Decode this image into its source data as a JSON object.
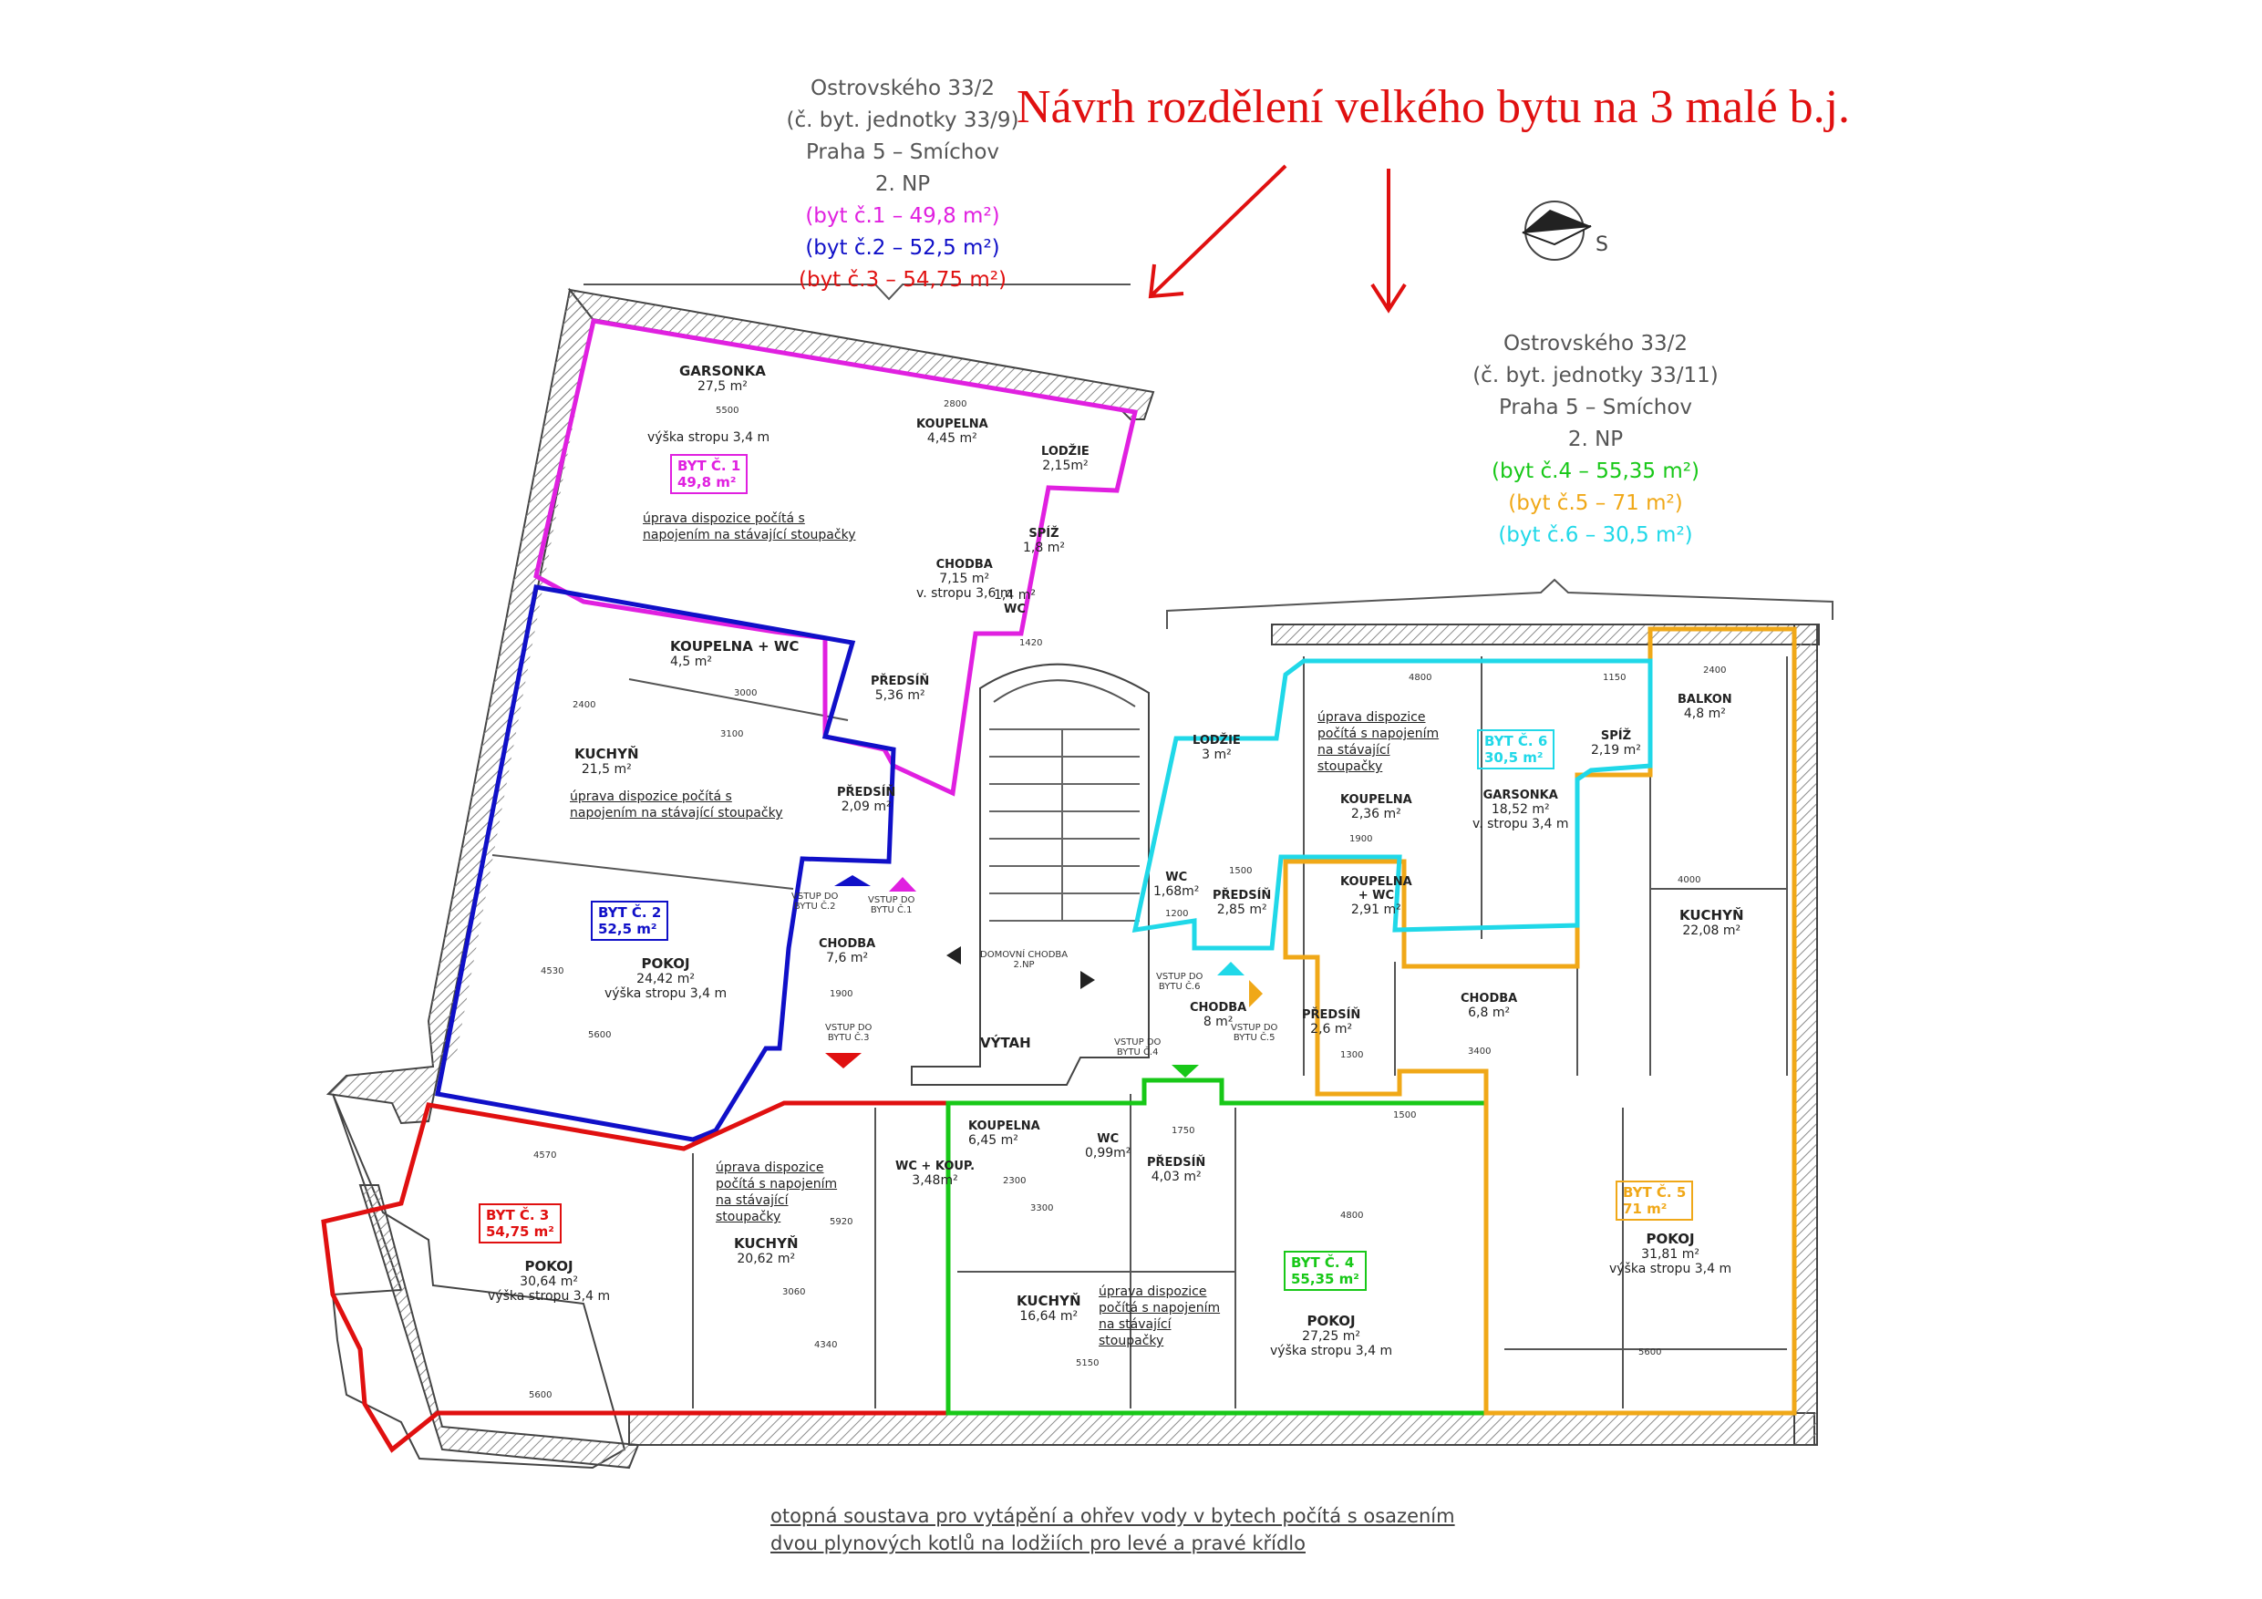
{
  "title": "Návrh rozdělení velkého bytu na 3 malé b.j.",
  "left_header": {
    "street": "Ostrovského 33/2",
    "unit": "(č. byt. jednotky 33/9)",
    "city": "Praha 5 – Smíchov",
    "floor": "2. NP",
    "flat1": "(byt č.1 – 49,8 m²)",
    "flat2": "(byt č.2 – 52,5 m²)",
    "flat3": "(byt č.3 – 54,75 m²)"
  },
  "right_header": {
    "street": "Ostrovského 33/2",
    "unit": "(č. byt. jednotky 33/11)",
    "city": "Praha 5 – Smíchov",
    "floor": "2. NP",
    "flat4": "(byt č.4 – 55,35 m²)",
    "flat5": "(byt č.5 – 71 m²)",
    "flat6": "(byt č.6 – 30,5 m²)"
  },
  "compass_label": "S",
  "colors": {
    "title": "#e01010",
    "flat1": "#e020e0",
    "flat2": "#1010c8",
    "flat3": "#e01010",
    "flat4": "#18c818",
    "flat5": "#f0a818",
    "flat6": "#20d8e8",
    "wall": "#444444",
    "hatch": "#999999"
  },
  "flat_tags": {
    "f1_name": "BYT Č. 1",
    "f1_area": "49,8 m²",
    "f2_name": "BYT Č. 2",
    "f2_area": "52,5 m²",
    "f3_name": "BYT Č. 3",
    "f3_area": "54,75 m²",
    "f4_name": "BYT Č. 4",
    "f4_area": "55,35 m²",
    "f5_name": "BYT Č. 5",
    "f5_area": "71 m²",
    "f6_name": "BYT Č. 6",
    "f6_area": "30,5 m²"
  },
  "rooms": {
    "garsonka1": "GARSONKA",
    "garsonka1_area": "27,5 m²",
    "garsonka1_h": "výška stropu 3,4 m",
    "koupelna1": "KOUPELNA",
    "koupelna1_area": "4,45 m²",
    "lodzie1": "LODŽIE",
    "lodzie1_area": "2,15m²",
    "spiz1": "SPÍŽ",
    "spiz1_area": "1,8 m²",
    "chodba1": "CHODBA",
    "chodba1_area": "7,15 m²",
    "chodba1_h": "v. stropu 3,6 m",
    "wc1": "WC",
    "wc1_area": "1,4 m²",
    "koupelnawc2": "KOUPELNA + WC",
    "koupelnawc2_area": "4,5 m²",
    "predsin1": "PŘEDSÍŇ",
    "predsin1_area": "5,36 m²",
    "kuchyn2": "KUCHYŇ",
    "kuchyn2_area": "21,5 m²",
    "predsin2": "PŘEDSÍŇ",
    "predsin2_area": "2,09 m²",
    "pokoj2": "POKOJ",
    "pokoj2_area": "24,42 m²",
    "pokoj2_h": "výška stropu 3,4 m",
    "chodba2": "CHODBA",
    "chodba2_area": "7,6 m²",
    "domovni": "DOMOVNÍ CHODBA",
    "domovni2": "2.NP",
    "vytah": "VÝTAH",
    "pokoj3": "POKOJ",
    "pokoj3_area": "30,64 m²",
    "pokoj3_h": "výška stropu 3,4 m",
    "kuchyn3": "KUCHYŇ",
    "kuchyn3_area": "20,62 m²",
    "wckoup": "WC + KOUP.",
    "wckoup_area": "3,48m²",
    "koupelna4": "KOUPELNA",
    "koupelna4_area": "6,45 m²",
    "wc4": "WC",
    "wc4_area": "0,99m²",
    "predsin4": "PŘEDSÍŇ",
    "predsin4_area": "4,03 m²",
    "kuchyn4": "KUCHYŇ",
    "kuchyn4_area": "16,64 m²",
    "pokoj4": "POKOJ",
    "pokoj4_area": "27,25 m²",
    "pokoj4_h": "výška stropu 3,4 m",
    "lodzie6": "LODŽIE",
    "lodzie6_area": "3 m²",
    "wc6": "WC",
    "wc6_area": "1,68m²",
    "predsin6": "PŘEDSÍŇ",
    "predsin6_area": "2,85 m²",
    "koupelna6": "KOUPELNA",
    "koupelna6_area": "2,36 m²",
    "koupelnawc5": "KOUPELNA",
    "koupelnawc5_b": "+ WC",
    "koupelnawc5_area": "2,91 m²",
    "garsonka6": "GARSONKA",
    "garsonka6_area": "18,52 m²",
    "garsonka6_h": "v. stropu 3,4 m",
    "spiz6": "SPÍŽ",
    "spiz6_area": "2,19 m²",
    "balkon": "BALKON",
    "balkon_area": "4,8 m²",
    "kuchyn5": "KUCHYŇ",
    "kuchyn5_area": "22,08 m²",
    "chodba4": "CHODBA",
    "chodba4_area": "8 m²",
    "predsin5": "PŘEDSÍŇ",
    "predsin5_area": "2,6 m²",
    "chodba5": "CHODBA",
    "chodba5_area": "6,8 m²",
    "pokoj5": "POKOJ",
    "pokoj5_area": "31,81 m²",
    "pokoj5_h": "výška stropu 3,4 m"
  },
  "notes": {
    "n1a": "úprava dispozice počítá s",
    "n1b": "napojením na stávající stoupačky",
    "n2a": "úprava dispozice počítá s",
    "n2b": "napojením na stávající stoupačky",
    "n3a": "úprava dispozice",
    "n3b": "počítá s napojením",
    "n3c": "na stávající",
    "n3d": "stoupačky",
    "n4a": "úprava dispozice",
    "n4b": "počítá s napojením",
    "n4c": "na stávající",
    "n4d": "stoupačky",
    "n6a": "úprava dispozice",
    "n6b": "počítá s napojením",
    "n6c": "na stávající",
    "n6d": "stoupačky"
  },
  "entries": {
    "e2a": "VSTUP DO",
    "e2b": "BYTU Č.2",
    "e1a": "VSTUP DO",
    "e1b": "BYTU Č.1",
    "e3a": "VSTUP DO",
    "e3b": "BYTU Č.3",
    "e6a": "VSTUP DO",
    "e6b": "BYTU Č.6",
    "e4a": "VSTUP DO",
    "e4b": "BYTU Č.4",
    "e5a": "VSTUP DO",
    "e5b": "BYTU Č.5"
  },
  "dims": {
    "d1": "5500",
    "d2": "2800",
    "d3": "3000",
    "d4": "3100",
    "d5": "2400",
    "d6": "5600",
    "d7": "4570",
    "d8": "5600",
    "d9": "3060",
    "d10": "4340",
    "d11": "2300",
    "d12": "3300",
    "d13": "5150",
    "d14": "4800",
    "d15": "1750",
    "d16": "4800",
    "d17": "2400",
    "d18": "1150",
    "d19": "4000",
    "d20": "5600",
    "d21": "1300",
    "d22": "3400",
    "d23": "1900",
    "d24": "1500",
    "d25": "1200",
    "d26": "1900",
    "d27": "1420",
    "d28": "5920",
    "d29": "4530",
    "d30": "1500"
  },
  "footer": {
    "line1": "otopná soustava pro vytápění a ohřev vody v bytech počítá s osazením",
    "line2": "dvou plynových kotlů na lodžiích pro levé a pravé křídlo"
  }
}
